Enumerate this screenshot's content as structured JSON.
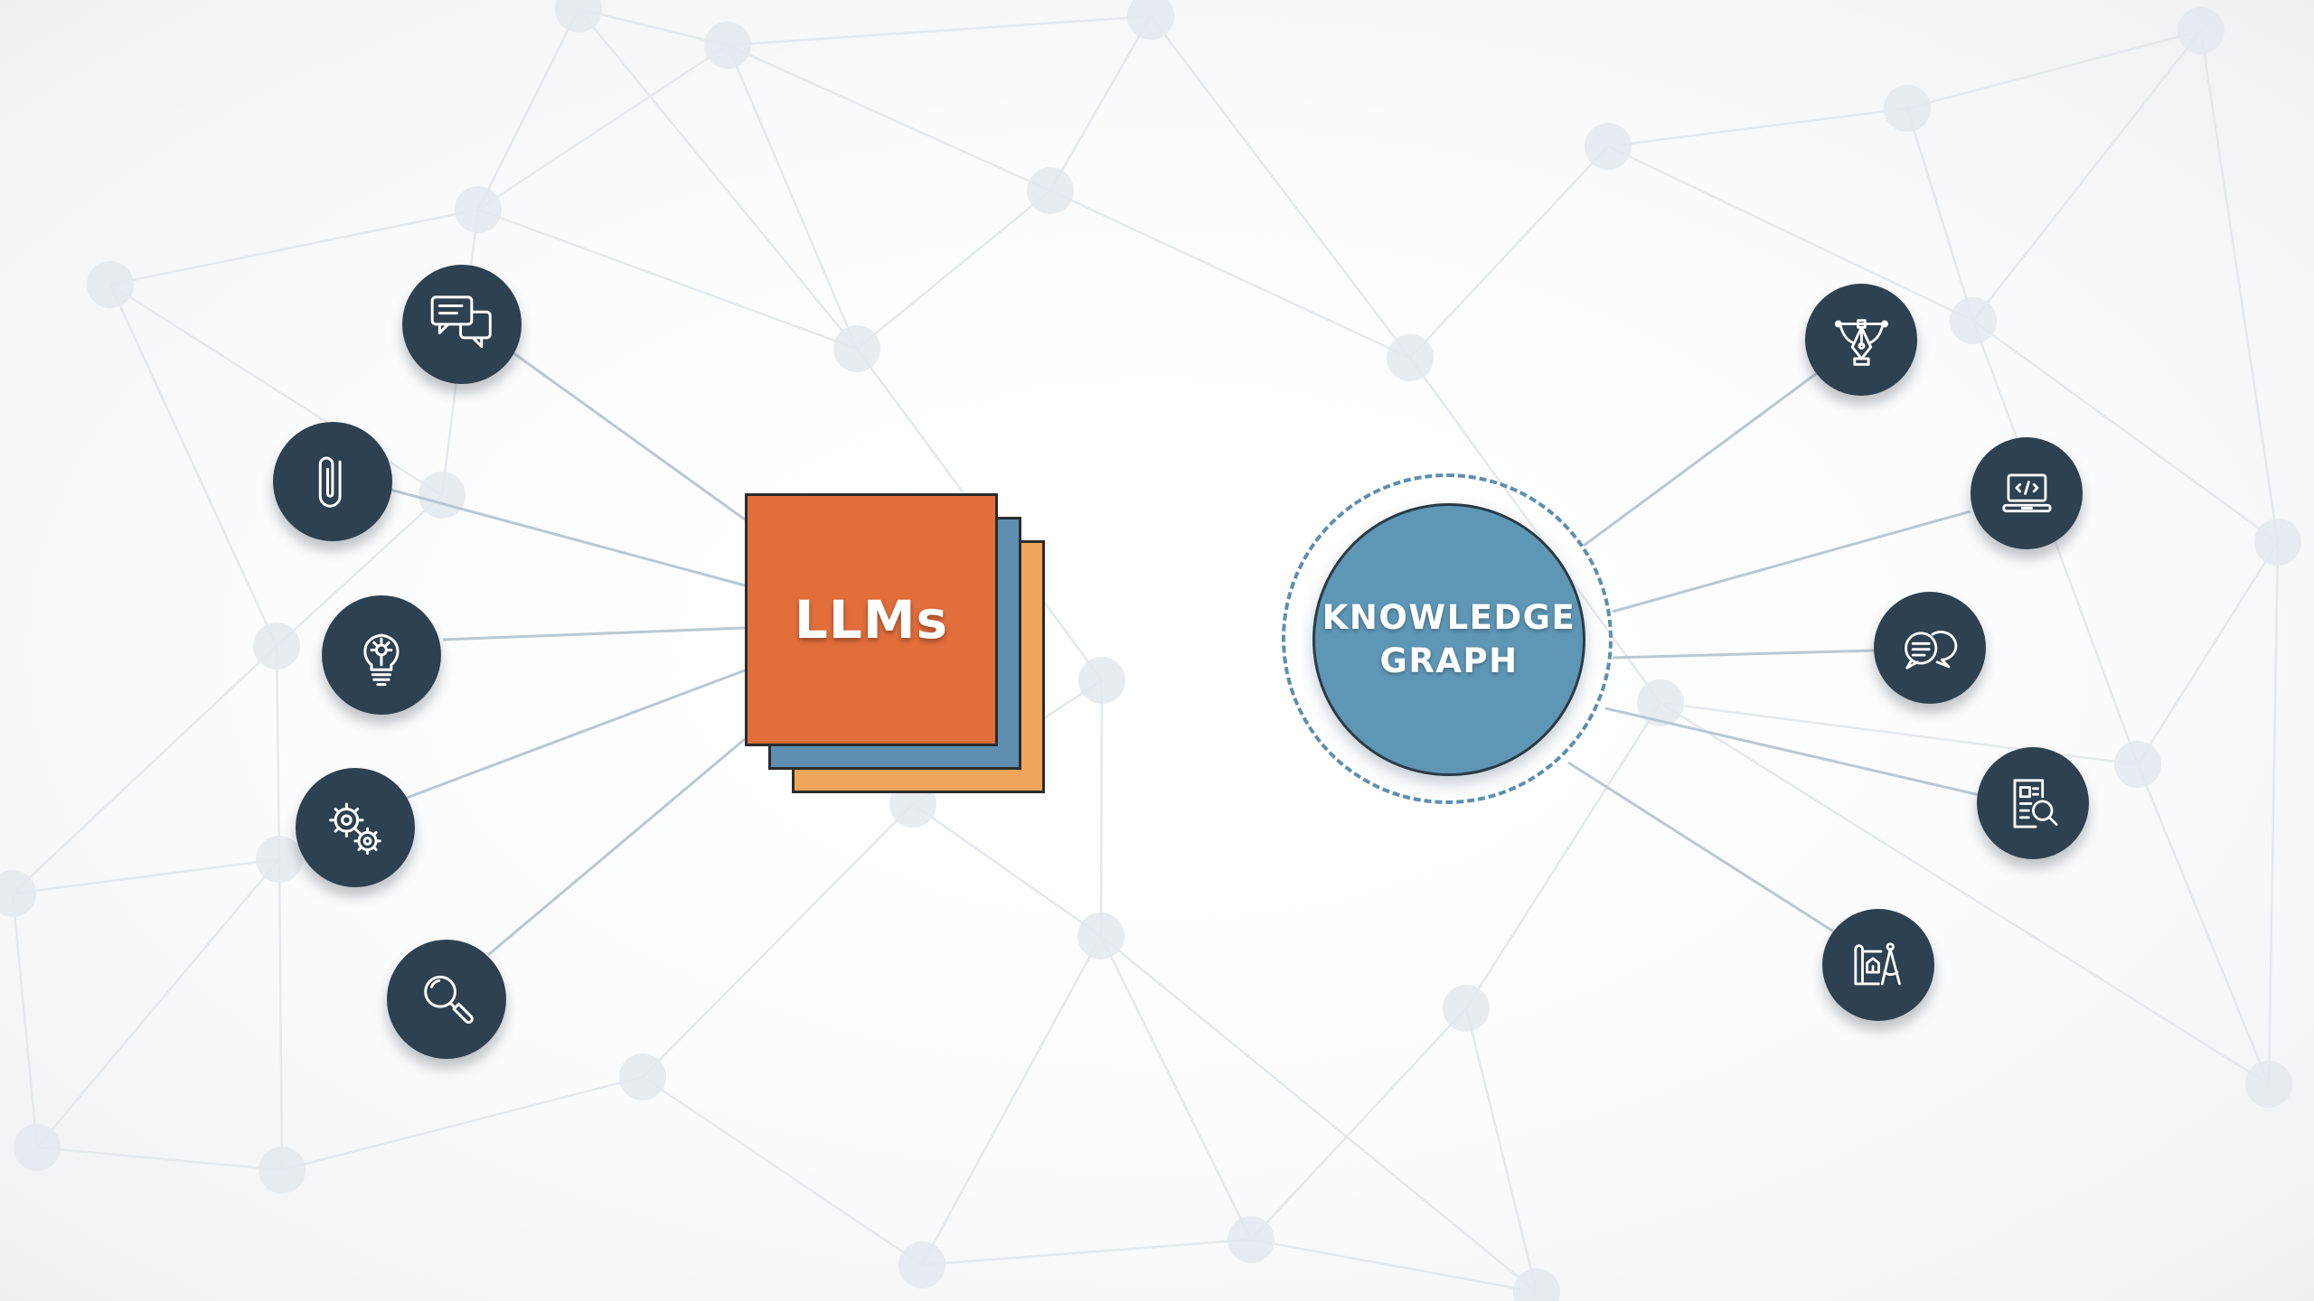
{
  "llm_block": {
    "label": "LLMs"
  },
  "knowledge_graph": {
    "line1": "KNOWLEDGE",
    "line2": "GRAPH"
  },
  "left_icons": [
    "chat-bubbles-icon",
    "paperclip-icon",
    "lightbulb-icon",
    "gears-icon",
    "magnifier-icon"
  ],
  "right_icons": [
    "pen-tool-icon",
    "code-laptop-icon",
    "speech-bubbles-icon",
    "document-search-icon",
    "blueprint-compass-icon"
  ],
  "colors": {
    "llm_front": "#e26e3c",
    "llm_middle": "#5e8fb0",
    "llm_back": "#f0a65a",
    "knowledge_graph_fill": "#5e97b6",
    "knowledge_graph_ring": "#5d8fae",
    "icon_circle": "#2e4150",
    "connector": "#b9c8d3",
    "background_network": "#e3e9ee"
  }
}
